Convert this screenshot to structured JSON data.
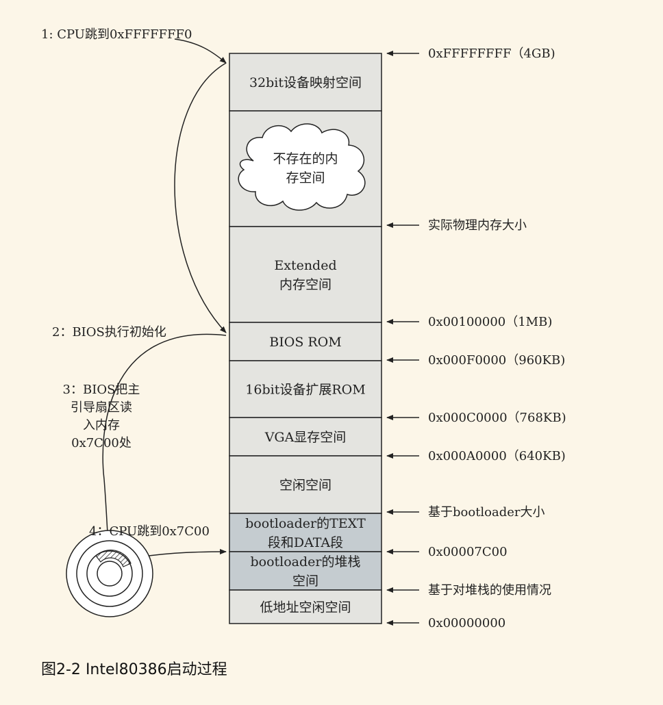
{
  "segments": [
    {
      "lines": [
        "32bit设备映射空间"
      ],
      "fill": "#e4e4e0"
    },
    {
      "lines": [
        "不存在的内",
        "存空间"
      ],
      "fill": "#e4e4e0"
    },
    {
      "lines": [
        "Extended",
        "内存空间"
      ],
      "fill": "#e4e4e0"
    },
    {
      "lines": [
        "BIOS ROM"
      ],
      "fill": "#e4e4e0"
    },
    {
      "lines": [
        "16bit设备扩展ROM"
      ],
      "fill": "#e4e4e0"
    },
    {
      "lines": [
        "VGA显存空间"
      ],
      "fill": "#e4e4e0"
    },
    {
      "lines": [
        "空闲空间"
      ],
      "fill": "#e4e4e0"
    },
    {
      "lines": [
        "bootloader的TEXT",
        "段和DATA段"
      ],
      "fill": "#c5ccd0"
    },
    {
      "lines": [
        "bootloader的堆栈",
        "空间"
      ],
      "fill": "#c5ccd0"
    },
    {
      "lines": [
        "低地址空闲空间"
      ],
      "fill": "#e4e4e0"
    }
  ],
  "addresses": [
    "0xFFFFFFFF（4GB)",
    "实际物理内存大小",
    "0x00100000（1MB)",
    "0x000F0000（960KB)",
    "0x000C0000（768KB)",
    "0x000A0000（640KB)",
    "基于bootloader大小",
    "0x00007C00",
    "基于对堆栈的使用情况",
    "0x00000000"
  ],
  "steps": {
    "step1": [
      "1: CPU跳到0xFFFFFFF0"
    ],
    "step2": [
      "2：BIOS执行初始化"
    ],
    "step3": [
      "3：BIOS把主",
      "引导扇区读",
      "入内存",
      "0x7C00处"
    ],
    "step4": [
      "4：CPU跳到0x7C00"
    ]
  },
  "caption": {
    "prefix": "图2-2 ",
    "main": "Intel80386启动过程"
  }
}
